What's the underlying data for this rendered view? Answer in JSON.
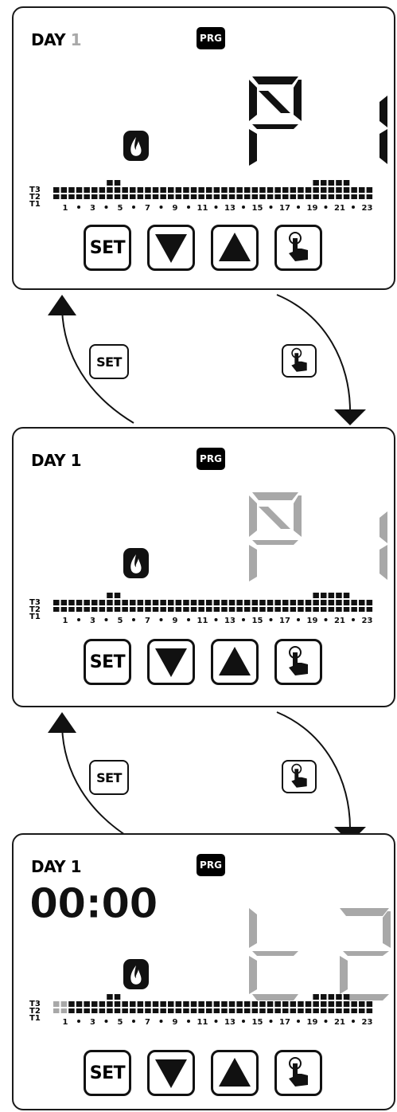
{
  "panels": [
    {
      "day_label": "DAY",
      "day_number": "1",
      "prg": "PRG",
      "display": "P 1",
      "clock": "",
      "buttons": {
        "set": "SET"
      }
    },
    {
      "day_label": "DAY",
      "day_number": "1",
      "prg": "PRG",
      "display": "P 1",
      "clock": "",
      "buttons": {
        "set": "SET"
      }
    },
    {
      "day_label": "DAY",
      "day_number": "1",
      "prg": "PRG",
      "display": "t2",
      "clock": "00:00",
      "buttons": {
        "set": "SET"
      }
    }
  ],
  "timeline": {
    "levels": [
      "T3",
      "T2",
      "T1"
    ],
    "hour_labels": [
      "1",
      "3",
      "5",
      "7",
      "9",
      "11",
      "13",
      "15",
      "17",
      "19",
      "21",
      "23"
    ],
    "bar_levels": [
      1,
      1,
      1,
      1,
      1,
      1,
      1,
      2,
      2,
      1,
      1,
      1,
      1,
      1,
      1,
      1,
      1,
      1,
      1,
      1,
      1,
      1,
      1,
      1,
      1,
      1,
      1,
      1,
      1,
      1,
      1,
      1,
      1,
      1,
      2,
      2,
      2,
      2,
      2,
      1,
      1,
      1
    ]
  },
  "arrows": {
    "left_label": "SET",
    "right_icon": "hand-press-icon"
  },
  "colors": {
    "lcd_on": "#111111",
    "lcd_dim": "#a8a8a8",
    "stroke": "#1a1a1a"
  }
}
